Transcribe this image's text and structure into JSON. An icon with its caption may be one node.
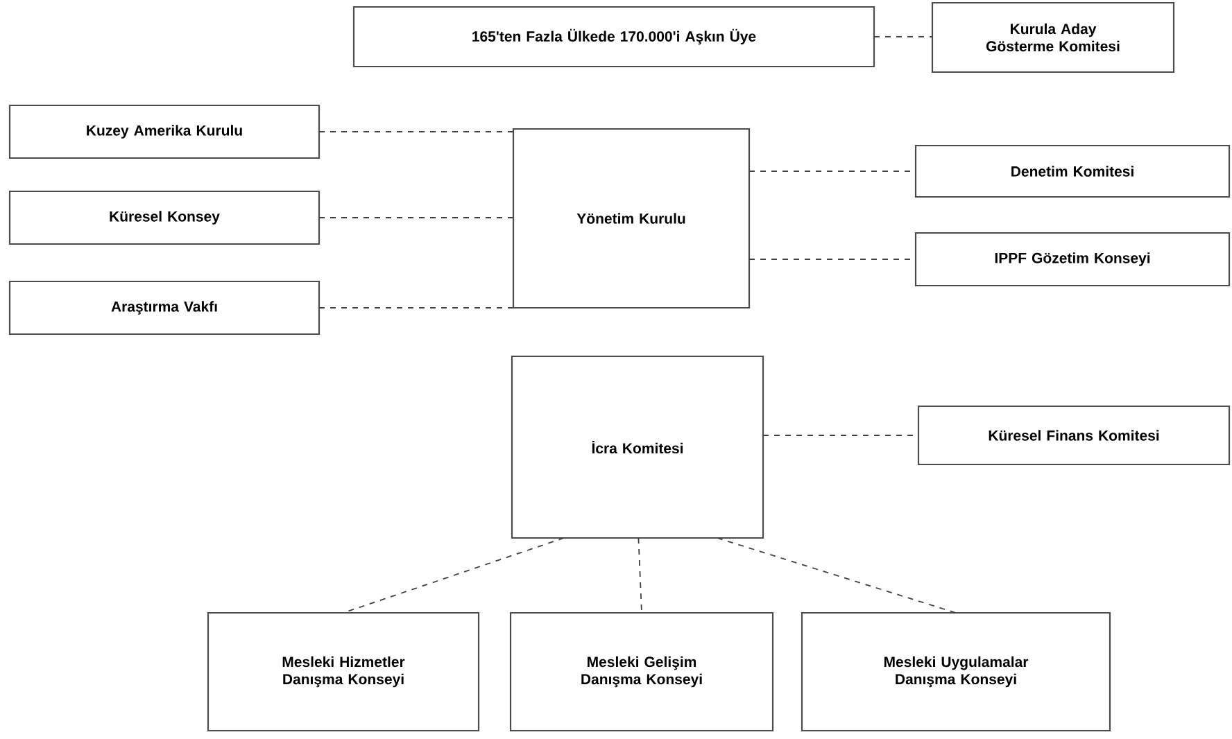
{
  "diagram": {
    "nodes": [
      {
        "text": [
          "165'ten Fazla Ülkede 170.000'i Aşkın Üye"
        ]
      },
      {
        "text": [
          "Kurula Aday Gösterme Komitesi"
        ]
      },
      {
        "text": [
          "Kuzey Amerika Kurulu"
        ]
      },
      {
        "text": [
          "Küresel Konsey"
        ]
      },
      {
        "text": [
          "Araştırma Vakfı"
        ]
      },
      {
        "text": [
          "Yönetim Kurulu"
        ]
      },
      {
        "text": [
          "Denetim Komitesi"
        ]
      },
      {
        "text": [
          "IPPF Gözetim Konseyi"
        ]
      },
      {
        "text": [
          "İcra Komitesi"
        ]
      },
      {
        "text": [
          "Küresel Finans Komitesi"
        ]
      },
      {
        "text": [
          "Mesleki Hizmetler Danışma Konseyi"
        ]
      },
      {
        "text": [
          "Mesleki Gelişim Danışma Konseyi"
        ]
      },
      {
        "text": [
          "Mesleki Uygulamalar Danışma Konseyi"
        ]
      }
    ],
    "edges": [
      {
        "from": 0,
        "to": 1,
        "arrow": "none"
      },
      {
        "from": 2,
        "to": 5,
        "arrow": "none"
      },
      {
        "from": 3,
        "to": 5,
        "arrow": "none"
      },
      {
        "from": 4,
        "to": 5,
        "arrow": "none"
      },
      {
        "from": 5,
        "to": 6,
        "arrow": "none"
      },
      {
        "from": 5,
        "to": 7,
        "arrow": "none"
      },
      {
        "from": 8,
        "to": 9,
        "arrow": "none"
      },
      {
        "from": 8,
        "to": 10,
        "arrow": "none"
      },
      {
        "from": 8,
        "to": 11,
        "arrow": "none"
      },
      {
        "from": 8,
        "to": 12,
        "arrow": "none"
      }
    ]
  }
}
